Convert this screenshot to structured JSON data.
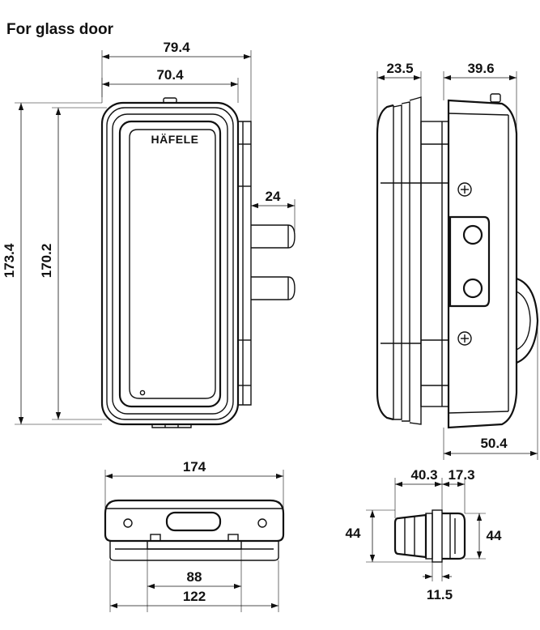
{
  "title": "For glass door",
  "brand": "HÄFELE",
  "front_view": {
    "width_overall": "79.4",
    "width_body": "70.4",
    "height_overall": "173.4",
    "height_body": "170.2",
    "bolt_projection": "24"
  },
  "side_view": {
    "depth_front": "23.5",
    "depth_rear": "39.6",
    "depth_total": "50.4"
  },
  "bottom_view": {
    "width_overall": "174",
    "width_plate": "122",
    "width_inner": "88"
  },
  "small_view": {
    "depth_a": "40.3",
    "depth_b": "17.3",
    "height_left": "44",
    "height_right": "44",
    "gap": "11.5"
  }
}
